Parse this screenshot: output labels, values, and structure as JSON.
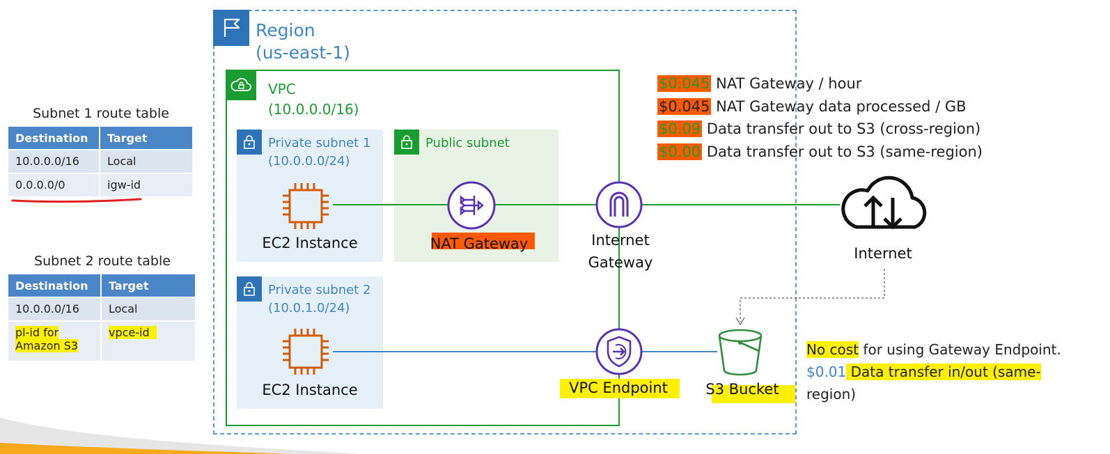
{
  "route_tables": [
    {
      "title": "Subnet 1 route table",
      "headers": [
        "Destination",
        "Target"
      ],
      "rows": [
        [
          "10.0.0.0/16",
          "Local"
        ],
        [
          "0.0.0.0/0",
          "igw-id"
        ]
      ]
    },
    {
      "title": "Subnet 2 route table",
      "headers": [
        "Destination",
        "Target"
      ],
      "rows": [
        [
          "10.0.0.0/16",
          "Local"
        ],
        [
          "pl-id for Amazon S3",
          "vpce-id"
        ]
      ]
    }
  ],
  "region": {
    "title": "Region",
    "name": "(us-east-1)"
  },
  "vpc": {
    "title": "VPC",
    "cidr": "(10.0.0.0/16)"
  },
  "subnets": {
    "private1": {
      "title": "Private subnet 1",
      "cidr": "(10.0.0.0/24)",
      "instance": "EC2 Instance"
    },
    "public": {
      "title": "Public subnet",
      "resource": "NAT Gateway"
    },
    "private2": {
      "title": "Private subnet 2",
      "cidr": "(10.0.1.0/24)",
      "instance": "EC2 Instance"
    }
  },
  "gateways": {
    "internet_gateway": "Internet Gateway",
    "vpc_endpoint": "VPC Endpoint",
    "s3_bucket": "S3 Bucket",
    "internet": "Internet"
  },
  "costs": [
    {
      "price": "$0.045",
      "label": "NAT Gateway / hour"
    },
    {
      "price": "$0.045",
      "label": "NAT Gateway data processed / GB"
    },
    {
      "price": "$0.09",
      "label": "Data transfer out to S3 (cross-region)"
    },
    {
      "price": "$0.00",
      "label": "Data transfer out to S3 (same-region)"
    }
  ],
  "endpoint_notes": {
    "line1_highlight": "No cost",
    "line1_rest": " for using Gateway Endpoint.",
    "line2_price": "$0.01",
    "line2_rest": " Data transfer in/out (same-",
    "line3": "region)"
  },
  "colors": {
    "region_blue": "#2e73b8",
    "vpc_green": "#1a9d30",
    "ec2_orange": "#d45b07",
    "nat_purple": "#5a30b5",
    "highlight_yellow": "#ffef00",
    "highlight_orange": "#ff5a00",
    "table_header": "#4a86c8"
  }
}
